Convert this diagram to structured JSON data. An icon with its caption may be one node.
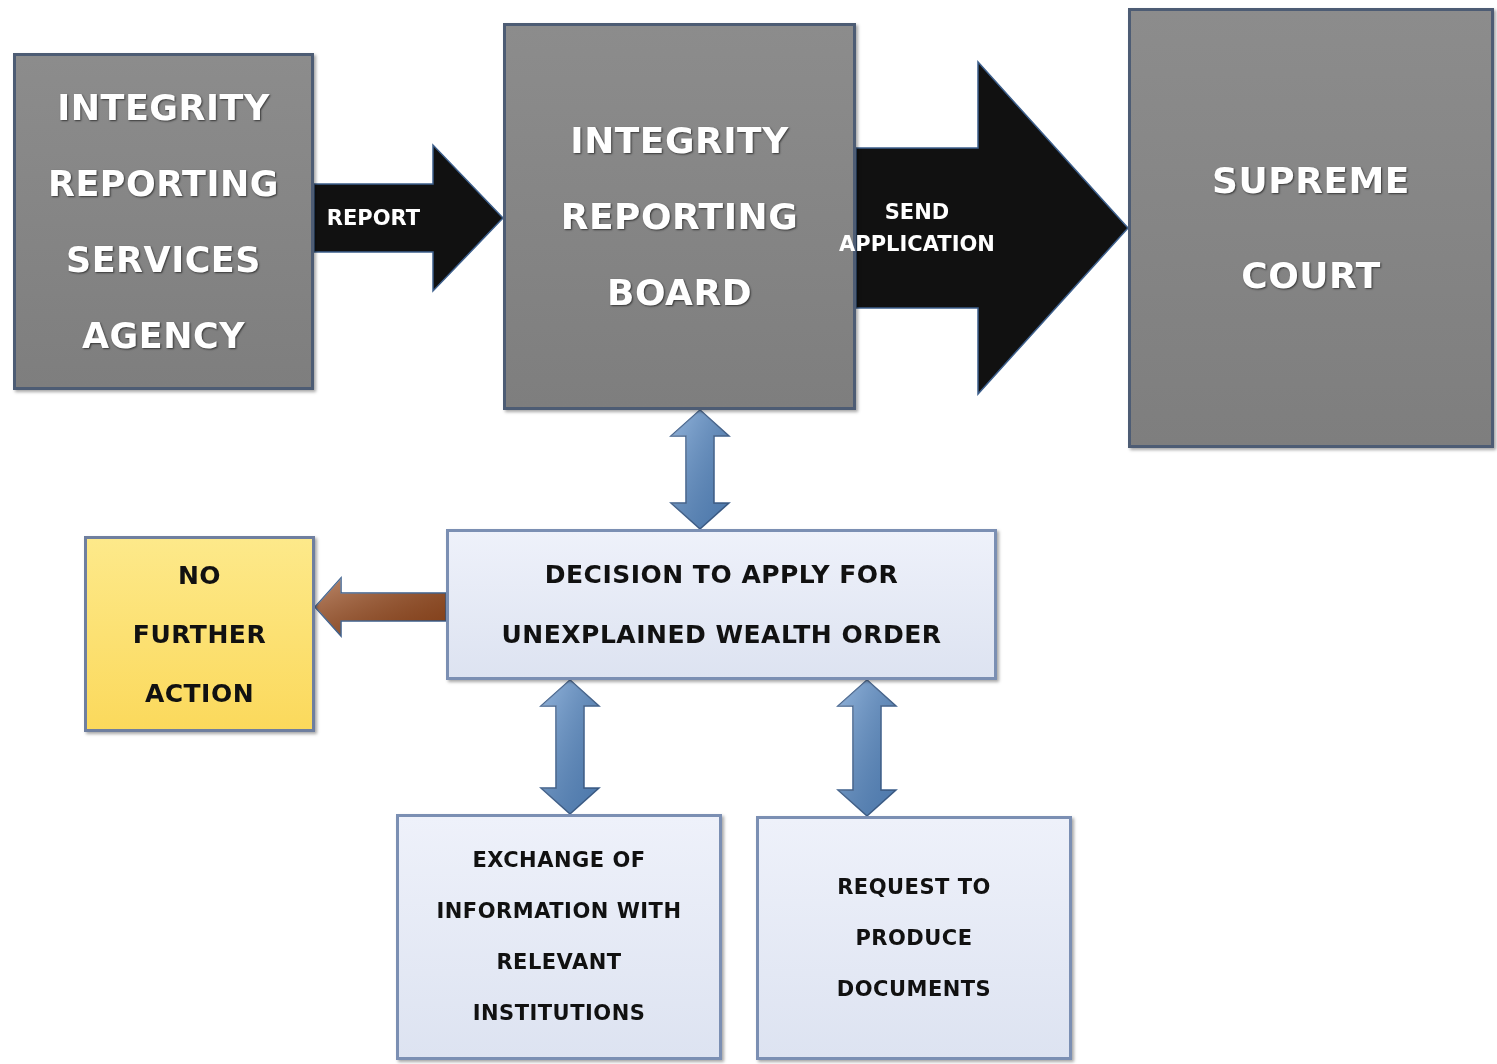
{
  "diagram": {
    "nodes": [
      {
        "text": [
          "INTEGRITY REPORTING SERVICES AGENCY"
        ]
      },
      {
        "text": [
          "INTEGRITY REPORTING BOARD"
        ]
      },
      {
        "text": [
          "SUPREME COURT"
        ]
      },
      {
        "text": [
          "DECISION TO APPLY FOR UNEXPLAINED WEALTH ORDER"
        ]
      },
      {
        "text": [
          "NO FURTHER ACTION"
        ]
      },
      {
        "text": [
          "EXCHANGE OF INFORMATION WITH RELEVANT INSTITUTIONS"
        ]
      },
      {
        "text": [
          "REQUEST TO PRODUCE DOCUMENTS"
        ]
      }
    ],
    "edges": [
      {
        "from": 0,
        "to": 1,
        "arrow": "to",
        "label": "REPORT",
        "style": "thick",
        "color": "#111111"
      },
      {
        "from": 1,
        "to": 2,
        "arrow": "to",
        "label": "SEND APPLICATION",
        "style": "thick",
        "color": "#111111"
      },
      {
        "from": 1,
        "to": 3,
        "arrow": "both"
      },
      {
        "from": 3,
        "to": 4,
        "arrow": "to",
        "color": "#9a4a1c"
      },
      {
        "from": 3,
        "to": 5,
        "arrow": "both"
      },
      {
        "from": 3,
        "to": 6,
        "arrow": "both"
      }
    ]
  }
}
